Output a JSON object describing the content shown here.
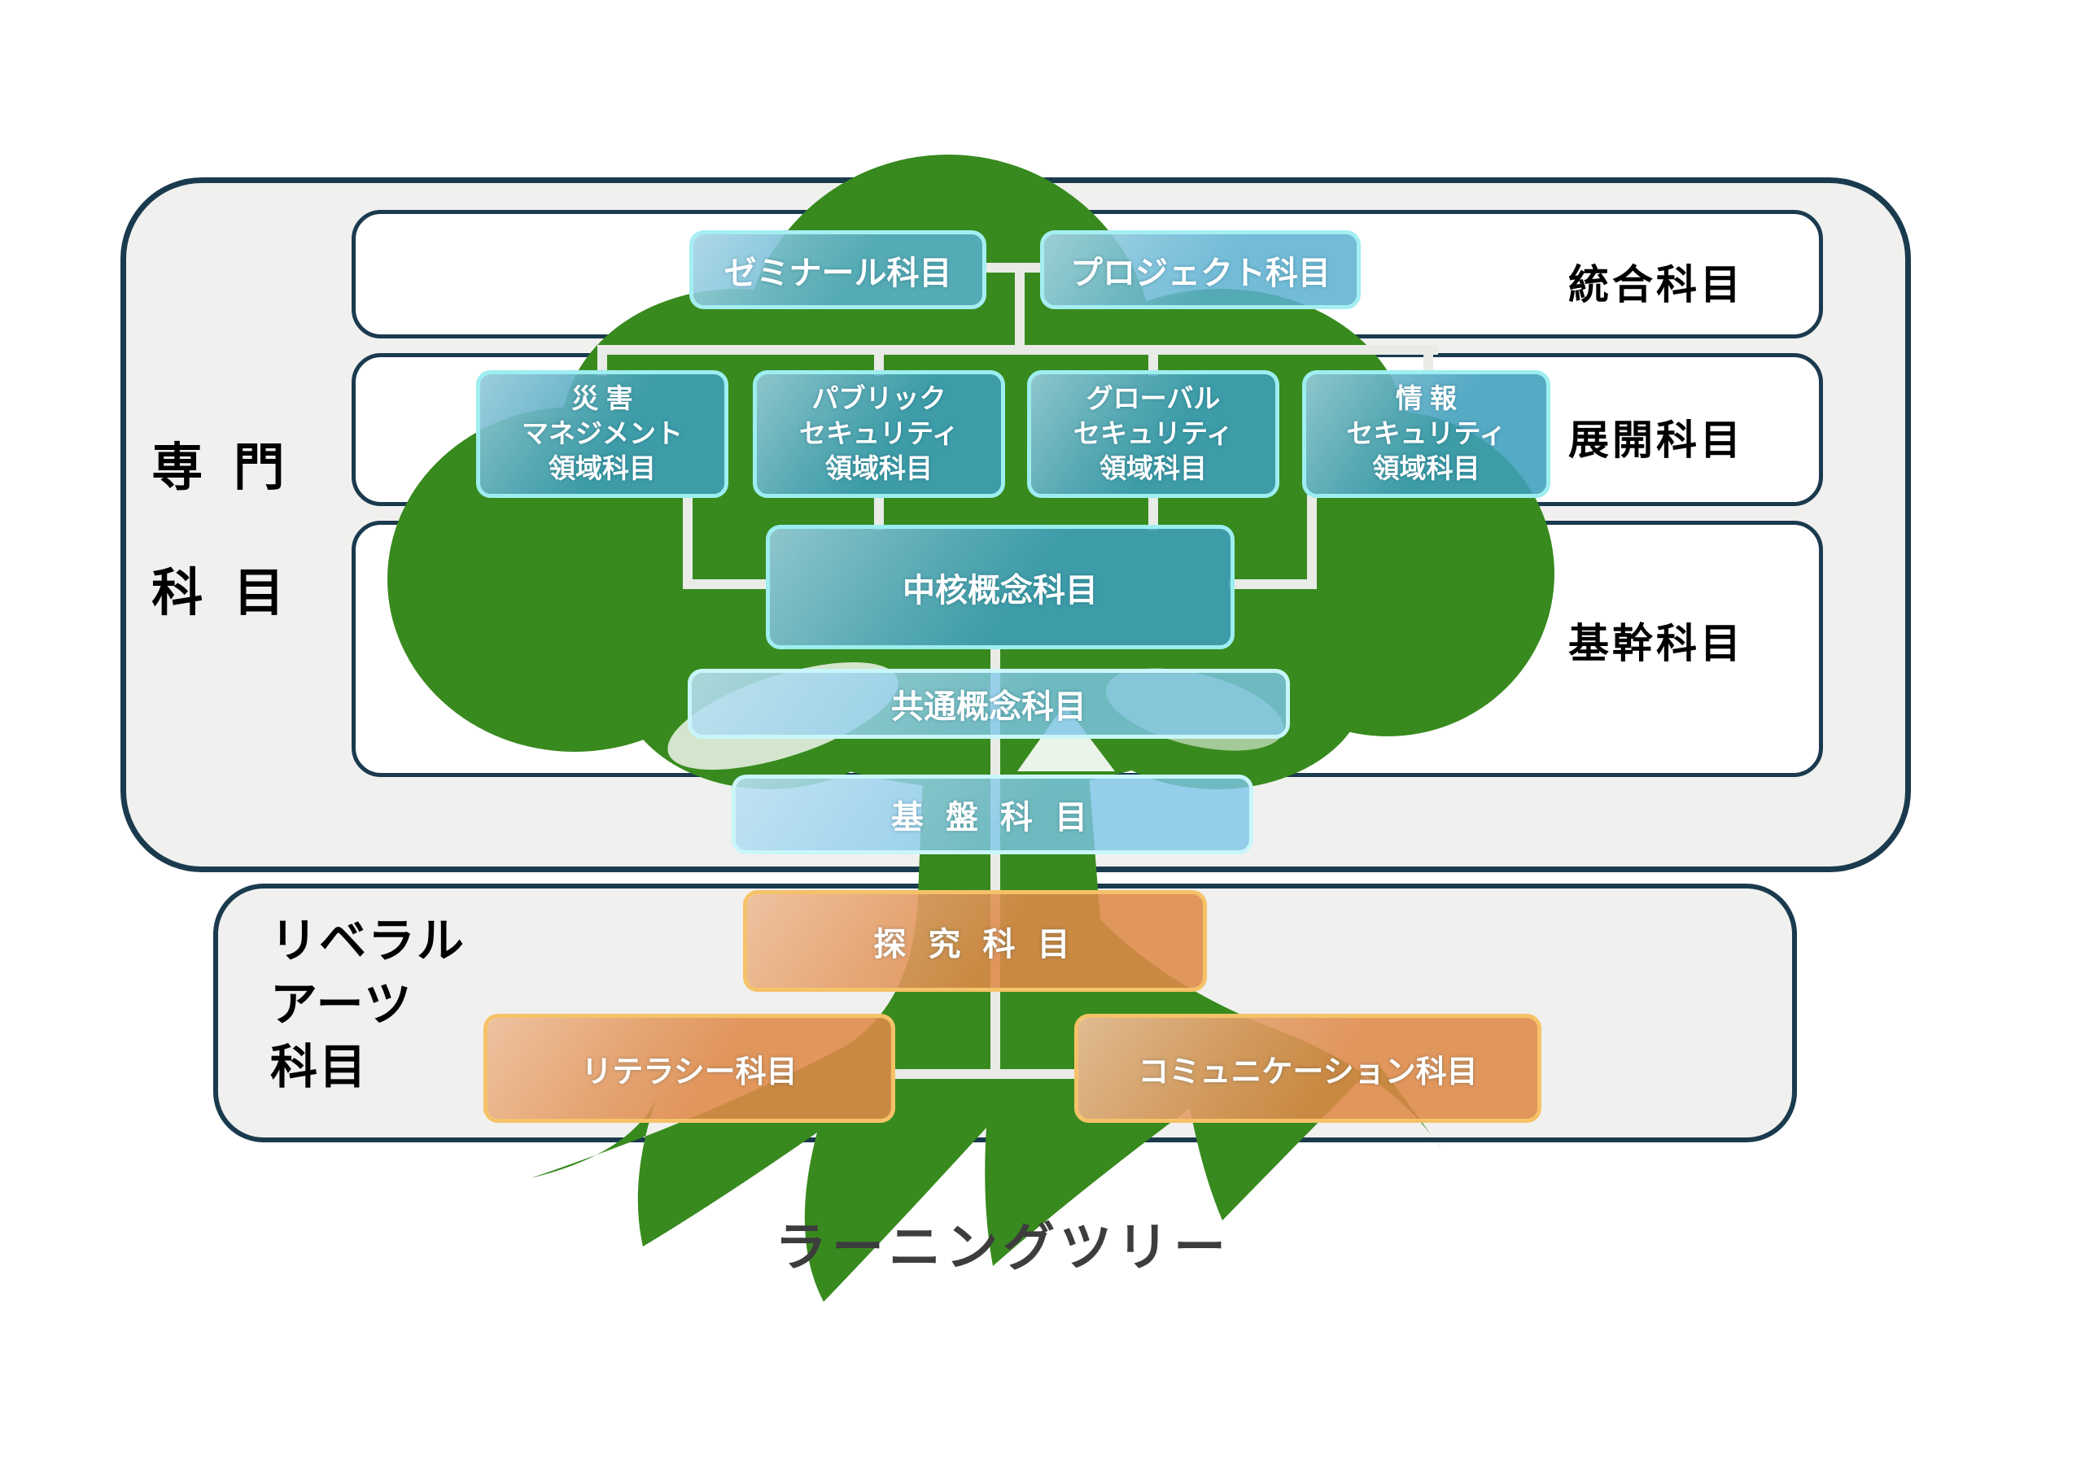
{
  "colors": {
    "foliage_green": "#388a1e",
    "teal_box": "#3e9ebc",
    "light_blue_box": "#7dc5e8",
    "orange_box": "#de8948",
    "navy_border": "#1a3a4e",
    "connector": "#e9ebe7",
    "panel_gray": "#f0f0ee"
  },
  "caption": "ラーニングツリー",
  "specialized_section": {
    "side_label_line1": "専 門",
    "side_label_line2": "科 目",
    "row_labels": {
      "integrated": "統合科目",
      "development": "展開科目",
      "core": "基幹科目"
    }
  },
  "liberal_section": {
    "side_label": "リベラル\nアーツ\n科目"
  },
  "nodes": {
    "seminar": "ゼミナール科目",
    "project": "プロジェクト科目",
    "disaster": "災 害\nマネジメント\n領域科目",
    "public_security": "パブリック\nセキュリティ\n領域科目",
    "global_security": "グローバル\nセキュリティ\n領域科目",
    "info_security": "情 報\nセキュリティ\n領域科目",
    "core_concept": "中核概念科目",
    "common_concept": "共通概念科目",
    "foundation": "基 盤 科 目",
    "inquiry": "探 究 科 目",
    "literacy": "リテラシー科目",
    "communication": "コミュニケーション科目"
  }
}
